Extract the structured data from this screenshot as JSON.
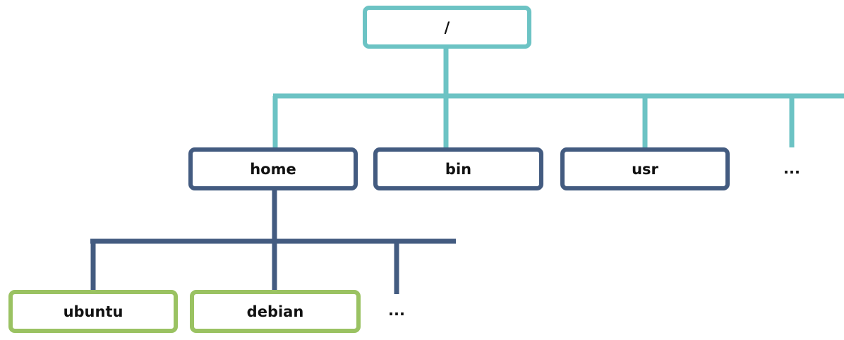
{
  "diagram": {
    "root": {
      "label": "/"
    },
    "level1": {
      "home": {
        "label": "home"
      },
      "bin": {
        "label": "bin"
      },
      "usr": {
        "label": "usr"
      },
      "more": {
        "label": "..."
      }
    },
    "level2": {
      "ubuntu": {
        "label": "ubuntu"
      },
      "debian": {
        "label": "debian"
      },
      "more": {
        "label": "..."
      }
    }
  },
  "colors": {
    "root_accent": "#6cc3c4",
    "dir_accent": "#435b80",
    "leaf_accent": "#9ac262",
    "text": "#111111",
    "background": "#ffffff"
  }
}
